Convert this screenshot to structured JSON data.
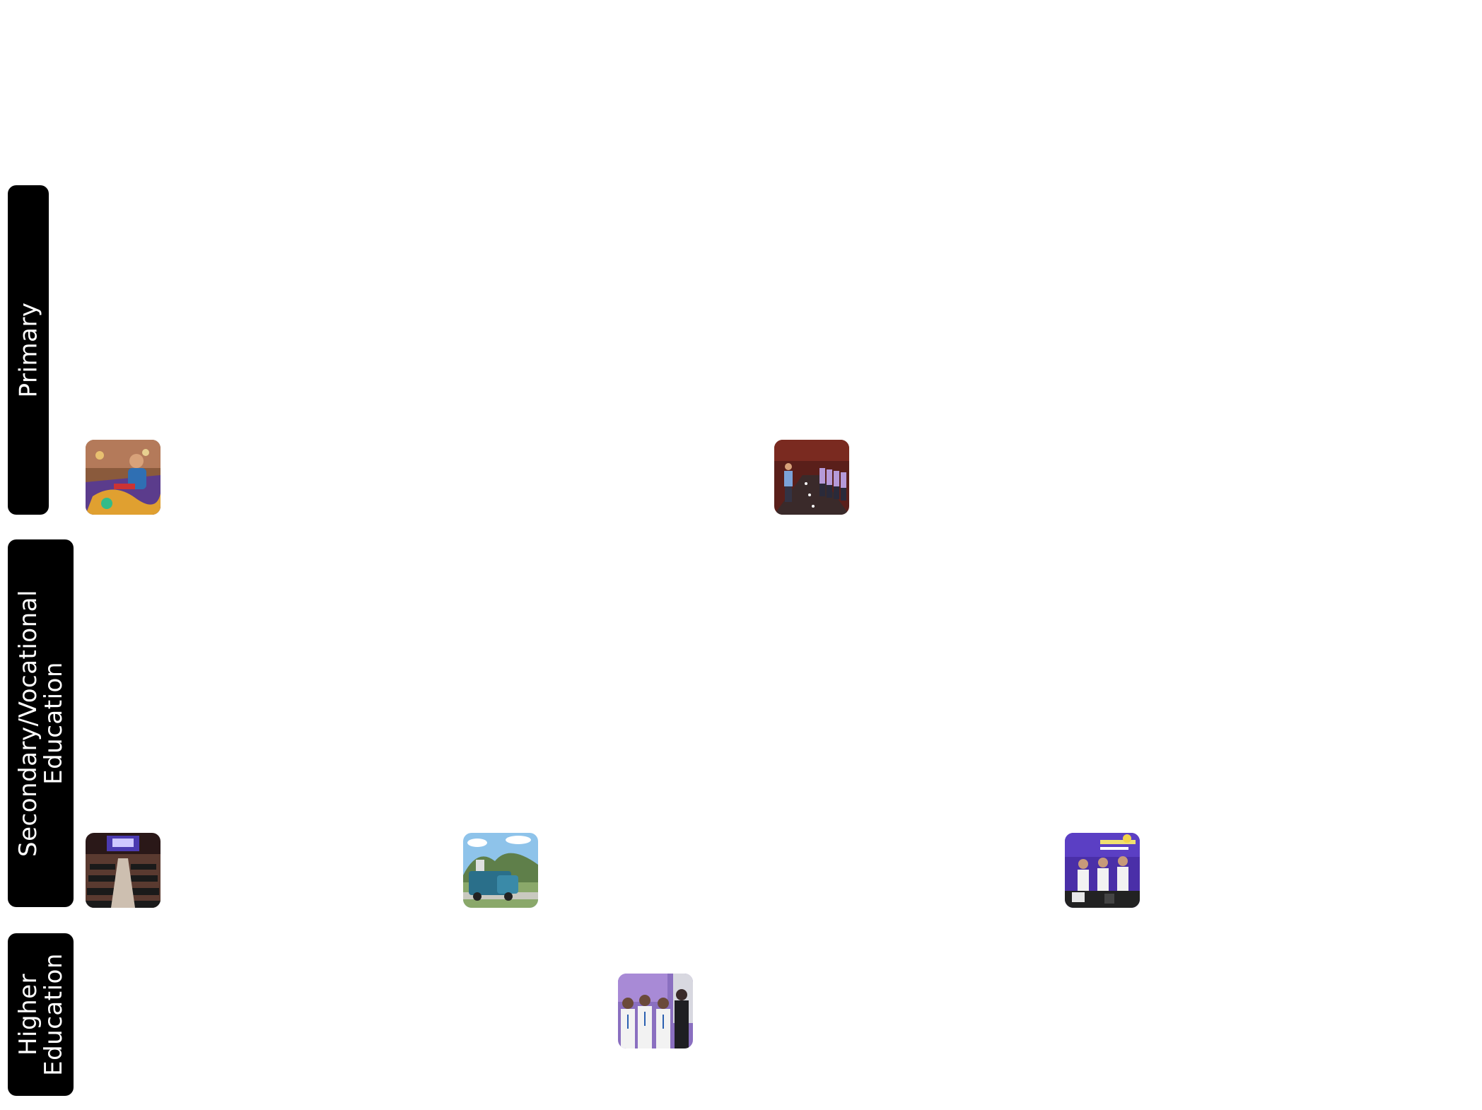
{
  "rows": [
    {
      "label": "Primary"
    },
    {
      "label": "Secondary/Vocational\nEducation"
    },
    {
      "label": "Higher\nEducation"
    }
  ],
  "photos": [
    {
      "name": "photo-craft-activity"
    },
    {
      "name": "photo-students-hallway"
    },
    {
      "name": "photo-assembly-hall"
    },
    {
      "name": "photo-field-trip-truck"
    },
    {
      "name": "photo-student-presentation"
    },
    {
      "name": "photo-group-portrait"
    }
  ],
  "colors": {
    "tab_background": "#000000",
    "tab_text": "#ffffff",
    "page_background": "#ffffff"
  }
}
